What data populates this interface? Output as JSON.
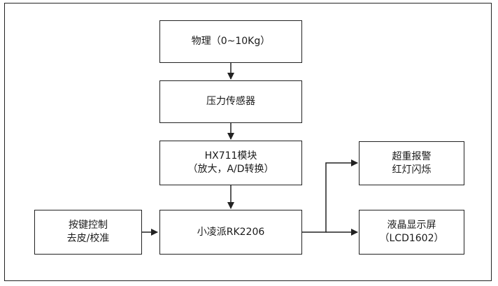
{
  "nodes": {
    "physical": {
      "lines": [
        "物理（0~10Kg）"
      ]
    },
    "sensor": {
      "lines": [
        "压力传感器"
      ]
    },
    "hx711": {
      "lines": [
        "HX711模块",
        "（放大，A/D转换）"
      ]
    },
    "mcu": {
      "lines": [
        "小凌派RK2206"
      ]
    },
    "keys": {
      "lines": [
        "按键控制",
        "去皮/校准"
      ]
    },
    "alarm": {
      "lines": [
        "超重报警",
        "红灯闪烁"
      ]
    },
    "lcd": {
      "lines": [
        "液晶显示屏",
        "（LCD1602）"
      ]
    }
  },
  "edges": [
    {
      "from": "physical",
      "to": "sensor"
    },
    {
      "from": "sensor",
      "to": "hx711"
    },
    {
      "from": "hx711",
      "to": "mcu"
    },
    {
      "from": "keys",
      "to": "mcu"
    },
    {
      "from": "mcu",
      "to": "alarm"
    },
    {
      "from": "mcu",
      "to": "lcd"
    }
  ]
}
